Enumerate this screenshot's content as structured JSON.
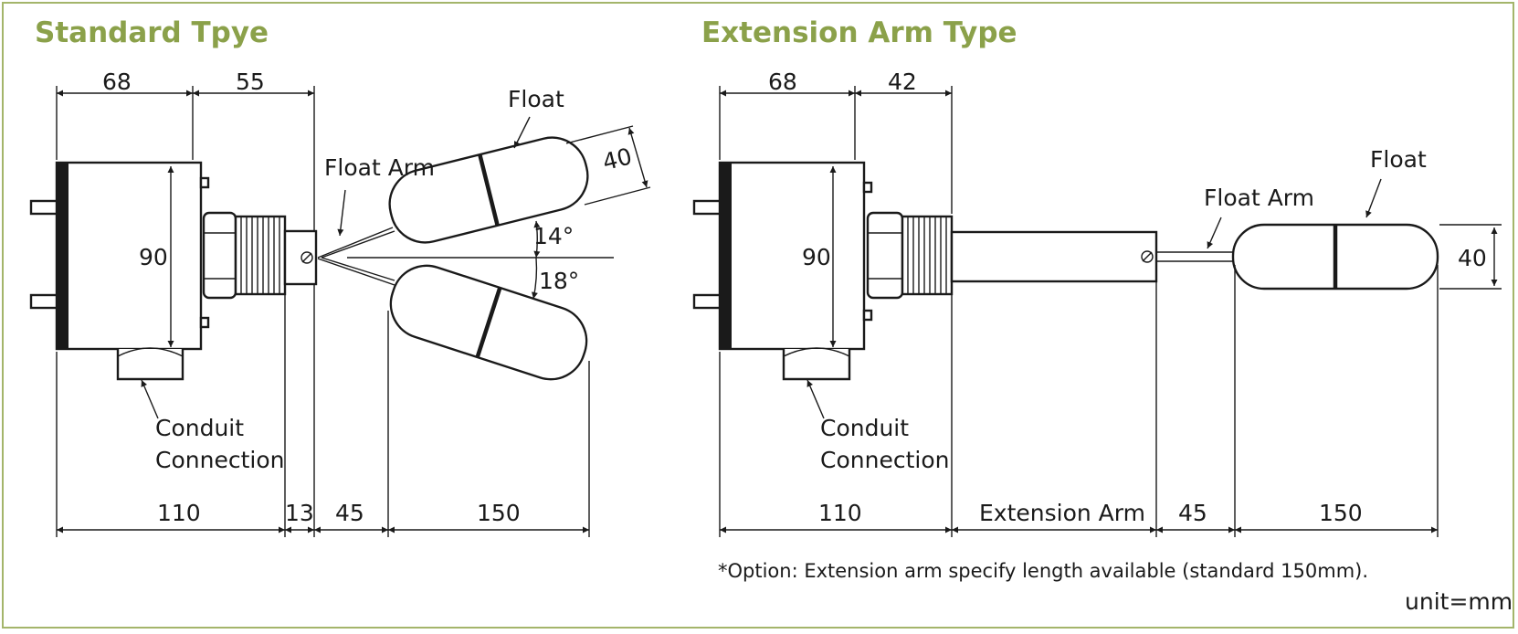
{
  "standard": {
    "title": "Standard Tpye",
    "dim_top_1": "68",
    "dim_top_2": "55",
    "dim_height": "90",
    "dim_float_dia": "40",
    "angle_up": "14°",
    "angle_down": "18°",
    "label_float": "Float",
    "label_float_arm": "Float Arm",
    "label_conduit_1": "Conduit",
    "label_conduit_2": "Connection",
    "dim_bottom_1": "110",
    "dim_bottom_2": "13",
    "dim_bottom_3": "45",
    "dim_bottom_4": "150"
  },
  "extension": {
    "title": "Extension Arm Type",
    "dim_top_1": "68",
    "dim_top_2": "42",
    "dim_height": "90",
    "dim_float_dia": "40",
    "label_float": "Float",
    "label_float_arm": "Float Arm",
    "label_conduit_1": "Conduit",
    "label_conduit_2": "Connection",
    "dim_bottom_1": "110",
    "dim_bottom_2": "Extension Arm",
    "dim_bottom_3": "45",
    "dim_bottom_4": "150"
  },
  "note": "*Option: Extension arm specify length available (standard 150mm).",
  "unit": "unit=mm",
  "colors": {
    "title": "#8ba14a",
    "frame": "#a4b56b",
    "line": "#1a1a1a"
  }
}
